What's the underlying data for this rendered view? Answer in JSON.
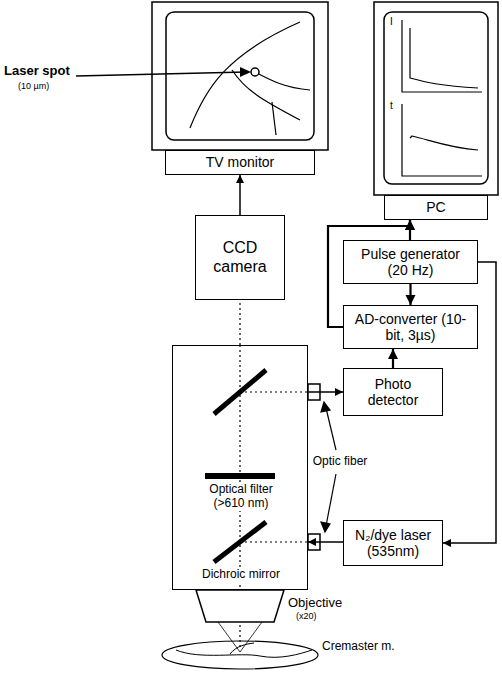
{
  "diagram": {
    "nodes": [
      {
        "text": [
          "TV monitor"
        ]
      },
      {
        "text": [
          "CCD camera"
        ]
      },
      {
        "text": [
          "PC"
        ]
      },
      {
        "text": [
          "Pulse generator (20 Hz)"
        ]
      },
      {
        "text": [
          "AD-converter (10-bit, 3µs)"
        ]
      },
      {
        "text": [
          "Photo detector"
        ]
      },
      {
        "text": [
          "N₂/dye laser (535nm)"
        ]
      },
      {
        "text": [
          "Optical filter (>610 nm)",
          "Dichroic mirror"
        ]
      }
    ],
    "edges": [
      {
        "from": 1,
        "to": 0,
        "arrow": "to"
      },
      {
        "from": 7,
        "to": 1,
        "arrow": "none"
      },
      {
        "from": 3,
        "to": 4,
        "arrow": "to"
      },
      {
        "from": 3,
        "to": 6,
        "arrow": "to"
      },
      {
        "from": 4,
        "to": 2,
        "arrow": "to"
      },
      {
        "from": 3,
        "to": 2,
        "arrow": "to"
      },
      {
        "from": 5,
        "to": 4,
        "arrow": "to"
      },
      {
        "from": 7,
        "to": 5,
        "arrow": "to"
      },
      {
        "from": 6,
        "to": 7,
        "arrow": "to"
      }
    ],
    "labels": [
      "Laser spot",
      "(10 µm)",
      "I",
      "t",
      "Optic fiber",
      "Objective",
      "(x20)",
      "Cremaster m."
    ]
  }
}
